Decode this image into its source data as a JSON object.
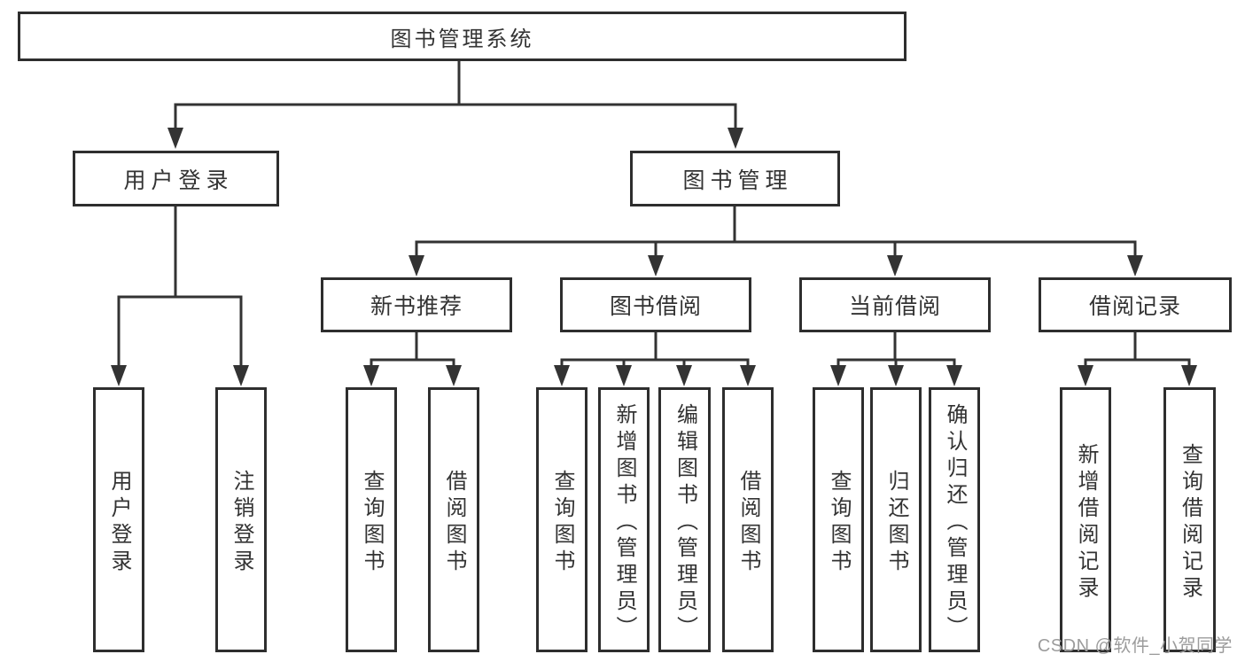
{
  "colors": {
    "line": "#333333",
    "box_border": "#2e2e2e",
    "text": "#333333",
    "background": "#ffffff",
    "watermark": "#9c9c9c"
  },
  "diagram": {
    "root": {
      "label": "图书管理系统"
    },
    "level2": [
      {
        "label": "用户登录"
      },
      {
        "label": "图书管理"
      }
    ],
    "level3": [
      {
        "label": "新书推荐"
      },
      {
        "label": "图书借阅"
      },
      {
        "label": "当前借阅"
      },
      {
        "label": "借阅记录"
      }
    ],
    "leaves": [
      {
        "label": "用户登录"
      },
      {
        "label": "注销登录"
      },
      {
        "label": "查询图书"
      },
      {
        "label": "借阅图书"
      },
      {
        "label": "查询图书"
      },
      {
        "label": "新增图书（管理员）"
      },
      {
        "label": "编辑图书（管理员）"
      },
      {
        "label": "借阅图书"
      },
      {
        "label": "查询图书"
      },
      {
        "label": "归还图书"
      },
      {
        "label": "确认归还（管理员）"
      },
      {
        "label": "新增借阅记录"
      },
      {
        "label": "查询借阅记录"
      }
    ]
  },
  "watermark": {
    "text": "CSDN @软件_小贺同学"
  }
}
